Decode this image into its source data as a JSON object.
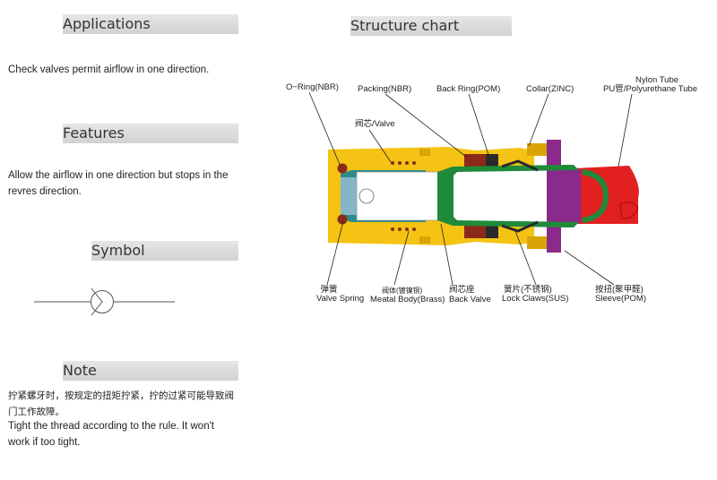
{
  "sections": {
    "applications": {
      "title": "Applications",
      "text": "Check valves permit airflow in one direction."
    },
    "features": {
      "title": "Features",
      "text_line1": "Allow the airflow in one direction but stops in the",
      "text_line2": "revres direction."
    },
    "symbol": {
      "title": "Symbol"
    },
    "note": {
      "title": "Note",
      "cn_line1": "拧紧螺牙时，按规定的扭矩拧紧，拧的过紧可能导致阀",
      "cn_line2": "门工作故障。",
      "en_line1": "Tight the thread according to the rule. It won't",
      "en_line2": "work if too tight."
    }
  },
  "structure": {
    "title": "Structure chart",
    "labels": {
      "o_ring": "O−Ring(NBR)",
      "packing": "Packing(NBR)",
      "back_ring": "Back Ring(POM)",
      "collar": "Collar(ZINC)",
      "tube_line1": "Nylon Tube",
      "tube_line2": "PU管/Polyurethane Tube",
      "valve_cn": "阀芯/Valve",
      "spring_cn": "弹簧",
      "spring_en": "Valve Spring",
      "body_cn": "阀体(镀镍铜)",
      "body_en": "Meatal Body(Brass)",
      "backvalve_cn": "阀芯座",
      "backvalve_en": "Back Valve",
      "claws_cn": "簧片(不锈钢)",
      "claws_en": "Lock Claws(SUS)",
      "sleeve_cn": "按扭(聚甲醛)",
      "sleeve_en": "Sleeve(POM)"
    }
  }
}
